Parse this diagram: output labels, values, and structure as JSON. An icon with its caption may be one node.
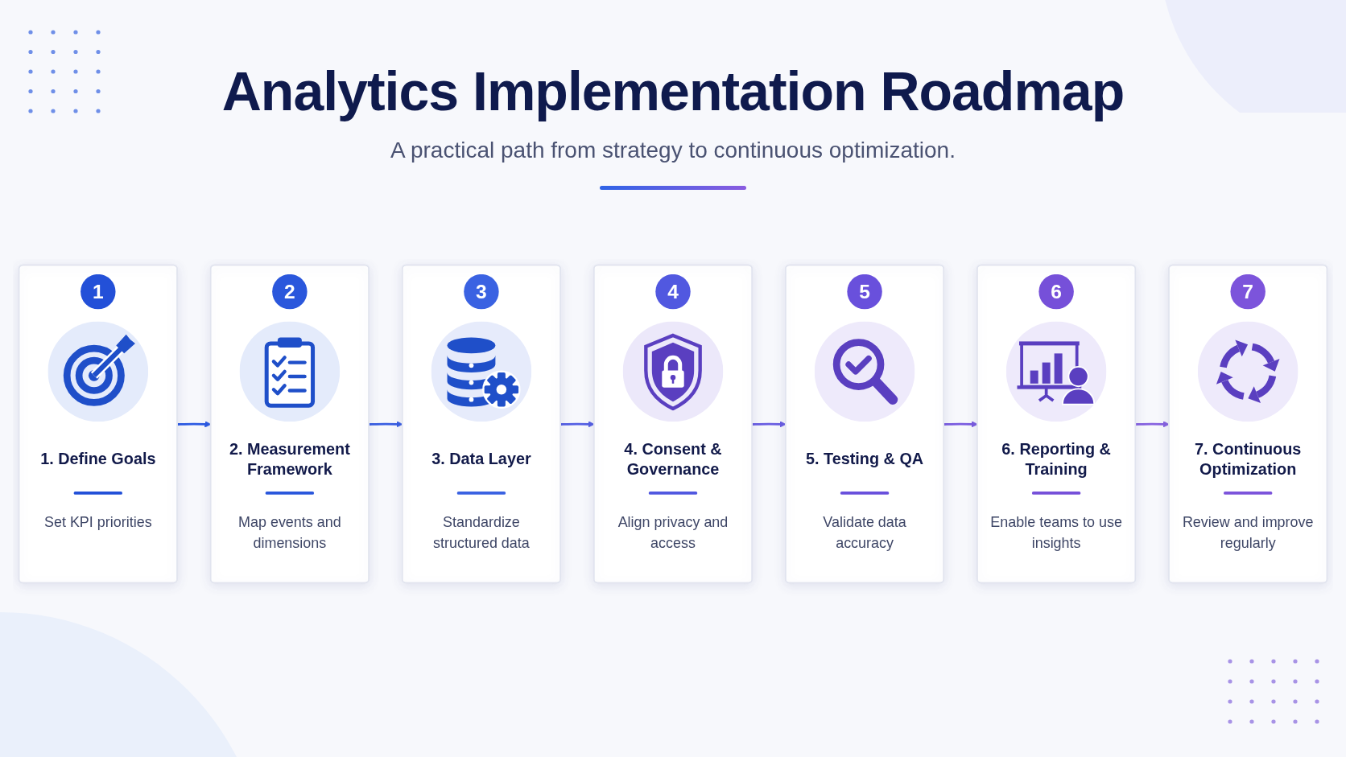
{
  "diagram": {
    "title": "Analytics Implementation Roadmap",
    "nodes": [
      {
        "text": [
          "1",
          "1. Define Goals",
          "Set KPI priorities"
        ]
      },
      {
        "text": [
          "2",
          "2. Measurement Framework",
          "Map events and dimensions"
        ]
      },
      {
        "text": [
          "3",
          "3. Data Layer",
          "Standardize structured data"
        ]
      },
      {
        "text": [
          "4",
          "4. Consent & Governance",
          "Align privacy and access"
        ]
      },
      {
        "text": [
          "5",
          "5. Testing & QA",
          "Validate data accuracy"
        ]
      },
      {
        "text": [
          "6",
          "6. Reporting & Training",
          "Enable teams to use insights"
        ]
      },
      {
        "text": [
          "7",
          "7. Continuous Optimization",
          "Review and improve regularly"
        ]
      }
    ],
    "edges": [
      {
        "from": 0,
        "to": 1,
        "arrow": "to",
        "color": "#2d5be3"
      },
      {
        "from": 1,
        "to": 2,
        "arrow": "to",
        "color": "#3a5fe2"
      },
      {
        "from": 2,
        "to": 3,
        "arrow": "to",
        "color": "#5560e4"
      },
      {
        "from": 3,
        "to": 4,
        "arrow": "to",
        "color": "#6a5ee2"
      },
      {
        "from": 4,
        "to": 5,
        "arrow": "to",
        "color": "#7b5de0"
      },
      {
        "from": 5,
        "to": 6,
        "arrow": "to",
        "color": "#8763e0"
      }
    ],
    "labels": [
      "A practical path from strategy to continuous optimization."
    ]
  }
}
